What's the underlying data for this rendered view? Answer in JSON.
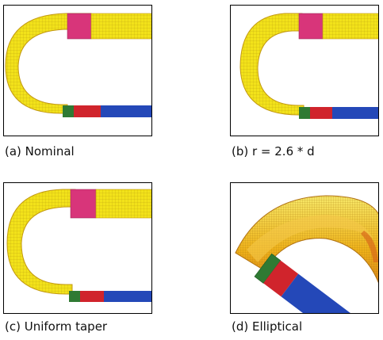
{
  "panels": [
    {
      "id": "a",
      "caption": "(a) Nominal"
    },
    {
      "id": "b",
      "caption": "(b) r = 2.6 * d"
    },
    {
      "id": "c",
      "caption": "(c) Uniform taper"
    },
    {
      "id": "d",
      "caption": "(d) Elliptical"
    }
  ],
  "colors": {
    "yellow": "#f2e21a",
    "yellow_edge": "#c49a12",
    "magenta": "#d8357a",
    "green": "#2f7a33",
    "red": "#d0242c",
    "blue": "#2448b8"
  }
}
